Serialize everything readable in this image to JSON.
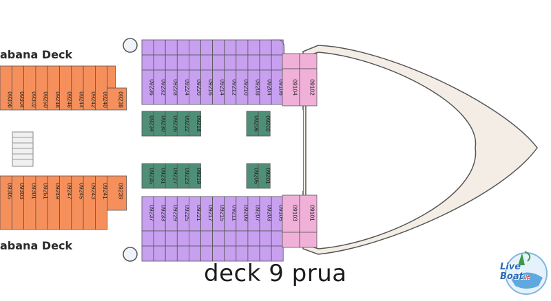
{
  "title": "deck 9 prua",
  "labels": {
    "cabana_top": "abana Deck",
    "cabana_bottom": "abana Deck"
  },
  "logo": {
    "line1": "Live",
    "line2": "Boat",
    "suffix": ".it"
  },
  "colors": {
    "orange": "#f5905c",
    "purple": "#c8a0f0",
    "pink": "#f0b0d8",
    "green": "#4f8f78",
    "hull": "#f3ede6",
    "stroke": "#555555"
  },
  "cabins": {
    "orange_top": [
      "9306",
      "9304",
      "9302",
      "9250",
      "9248",
      "9246",
      "9244",
      "9242",
      "9240"
    ],
    "orange_top_extra": "9238",
    "orange_bottom": [
      "9305",
      "9303",
      "9301",
      "9251",
      "9249",
      "9247",
      "9245",
      "9243",
      "9241"
    ],
    "orange_bottom_extra": "9239",
    "purple_top": [
      "9236",
      "9232",
      "9228",
      "9224",
      "9220",
      "9216",
      "9214",
      "9212",
      "9210",
      "9208",
      "9204",
      "9106"
    ],
    "purple_bottom": [
      "9237",
      "9233",
      "9229",
      "9225",
      "9221",
      "9217",
      "9215",
      "9211",
      "9209",
      "9207",
      "9203",
      "9105"
    ],
    "pink_top": [
      "9104",
      "9102"
    ],
    "pink_bottom": [
      "9103",
      "9101"
    ],
    "green_top_left": [
      "9234",
      "9230",
      "9226",
      "9222",
      "9218"
    ],
    "green_top_right": [
      "9206",
      "9202"
    ],
    "green_bottom_left": [
      "9235",
      "9231",
      "9227",
      "9223",
      "9219"
    ],
    "green_bottom_right": [
      "9205",
      "9201"
    ]
  }
}
